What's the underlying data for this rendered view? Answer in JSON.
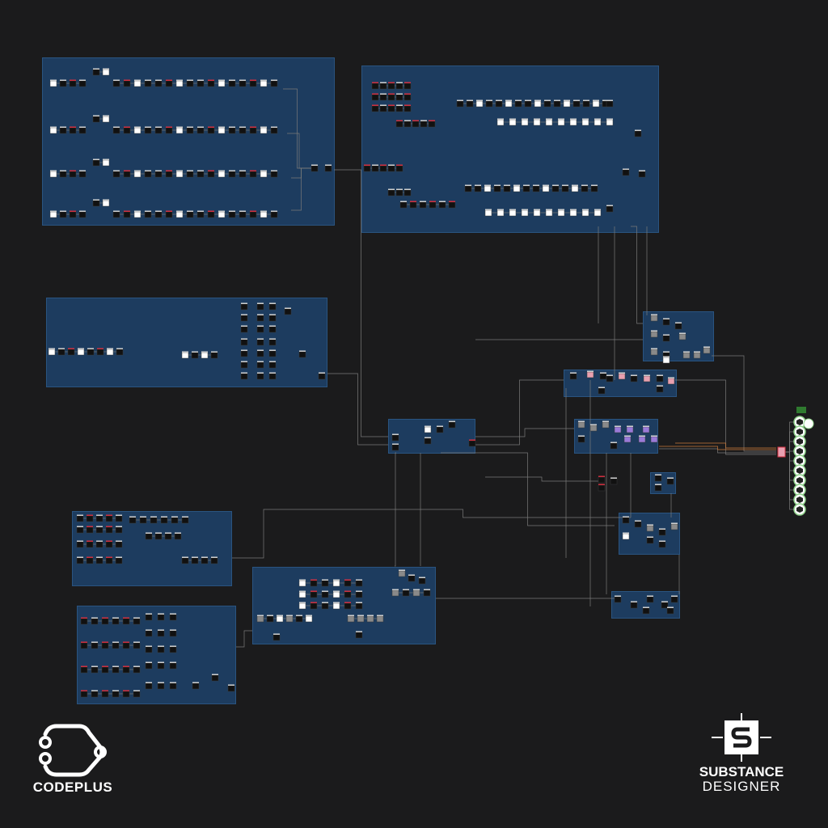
{
  "app": {
    "brand_left": "CODEPLUS",
    "brand_right_line1": "SUBSTANCE",
    "brand_right_line2": "DESIGNER"
  },
  "colors": {
    "background": "#1b1b1c",
    "frame_fill": "#1d3c5f",
    "frame_border": "#2a5480",
    "node_dark": "#111111",
    "node_light": "#ffffff",
    "node_red_accent": "#d03040",
    "node_pink": "#e8a0b0",
    "node_purple": "#9a7ad8",
    "node_gray": "#8a8a8a",
    "wire": "#7a7a7a",
    "wire_orange": "#c87a3a",
    "output_ring": "#8fd18a"
  },
  "icons": {
    "codeplus": "codeplus-node-logo-icon",
    "substance": "substance-designer-logo-icon",
    "output_node": "output-ring-icon"
  }
}
